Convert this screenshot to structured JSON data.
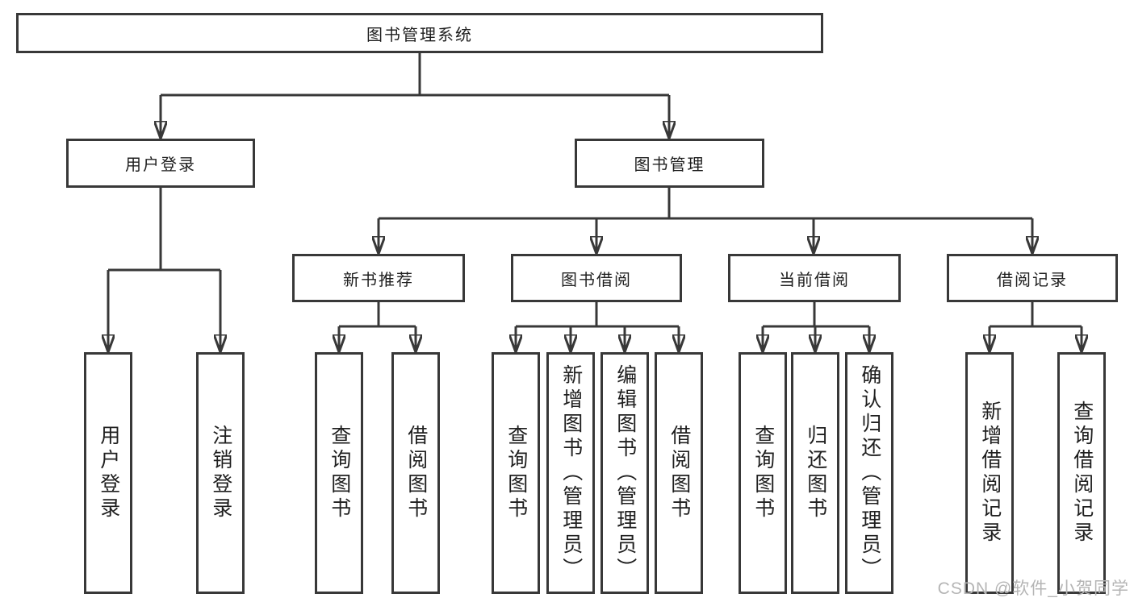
{
  "colors": {
    "line": "#383838",
    "box_border": "#383838",
    "text": "#1f1f1f",
    "watermark": "#b5b5b5",
    "background": "#ffffff"
  },
  "watermark": {
    "text": "CSDN @软件_小贺同学"
  },
  "tree": {
    "root": {
      "label": "图书管理系统",
      "children": [
        {
          "label": "用户登录",
          "children": [
            {
              "label": "用户登录"
            },
            {
              "label": "注销登录"
            }
          ]
        },
        {
          "label": "图书管理",
          "children": [
            {
              "label": "新书推荐",
              "children": [
                {
                  "label": "查询图书"
                },
                {
                  "label": "借阅图书"
                }
              ]
            },
            {
              "label": "图书借阅",
              "children": [
                {
                  "label": "查询图书"
                },
                {
                  "label": "新增图书（管理员）"
                },
                {
                  "label": "编辑图书（管理员）"
                },
                {
                  "label": "借阅图书"
                }
              ]
            },
            {
              "label": "当前借阅",
              "children": [
                {
                  "label": "查询图书"
                },
                {
                  "label": "归还图书"
                },
                {
                  "label": "确认归还（管理员）"
                }
              ]
            },
            {
              "label": "借阅记录",
              "children": [
                {
                  "label": "新增借阅记录"
                },
                {
                  "label": "查询借阅记录"
                }
              ]
            }
          ]
        }
      ]
    }
  }
}
